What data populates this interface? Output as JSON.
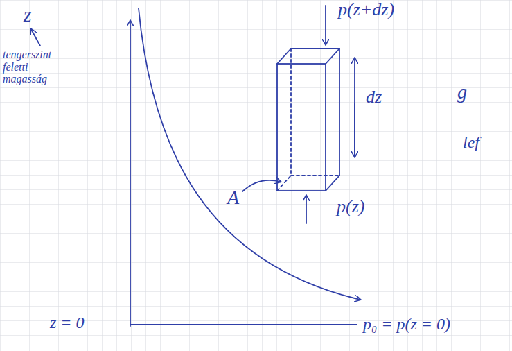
{
  "diagram": {
    "labels": [
      "z",
      "tengerszint feletti magasság",
      "p(z+dz)",
      "dz",
      "g",
      "lef",
      "A",
      "p(z)",
      "z = 0",
      "p₀ = p(z = 0)"
    ]
  }
}
